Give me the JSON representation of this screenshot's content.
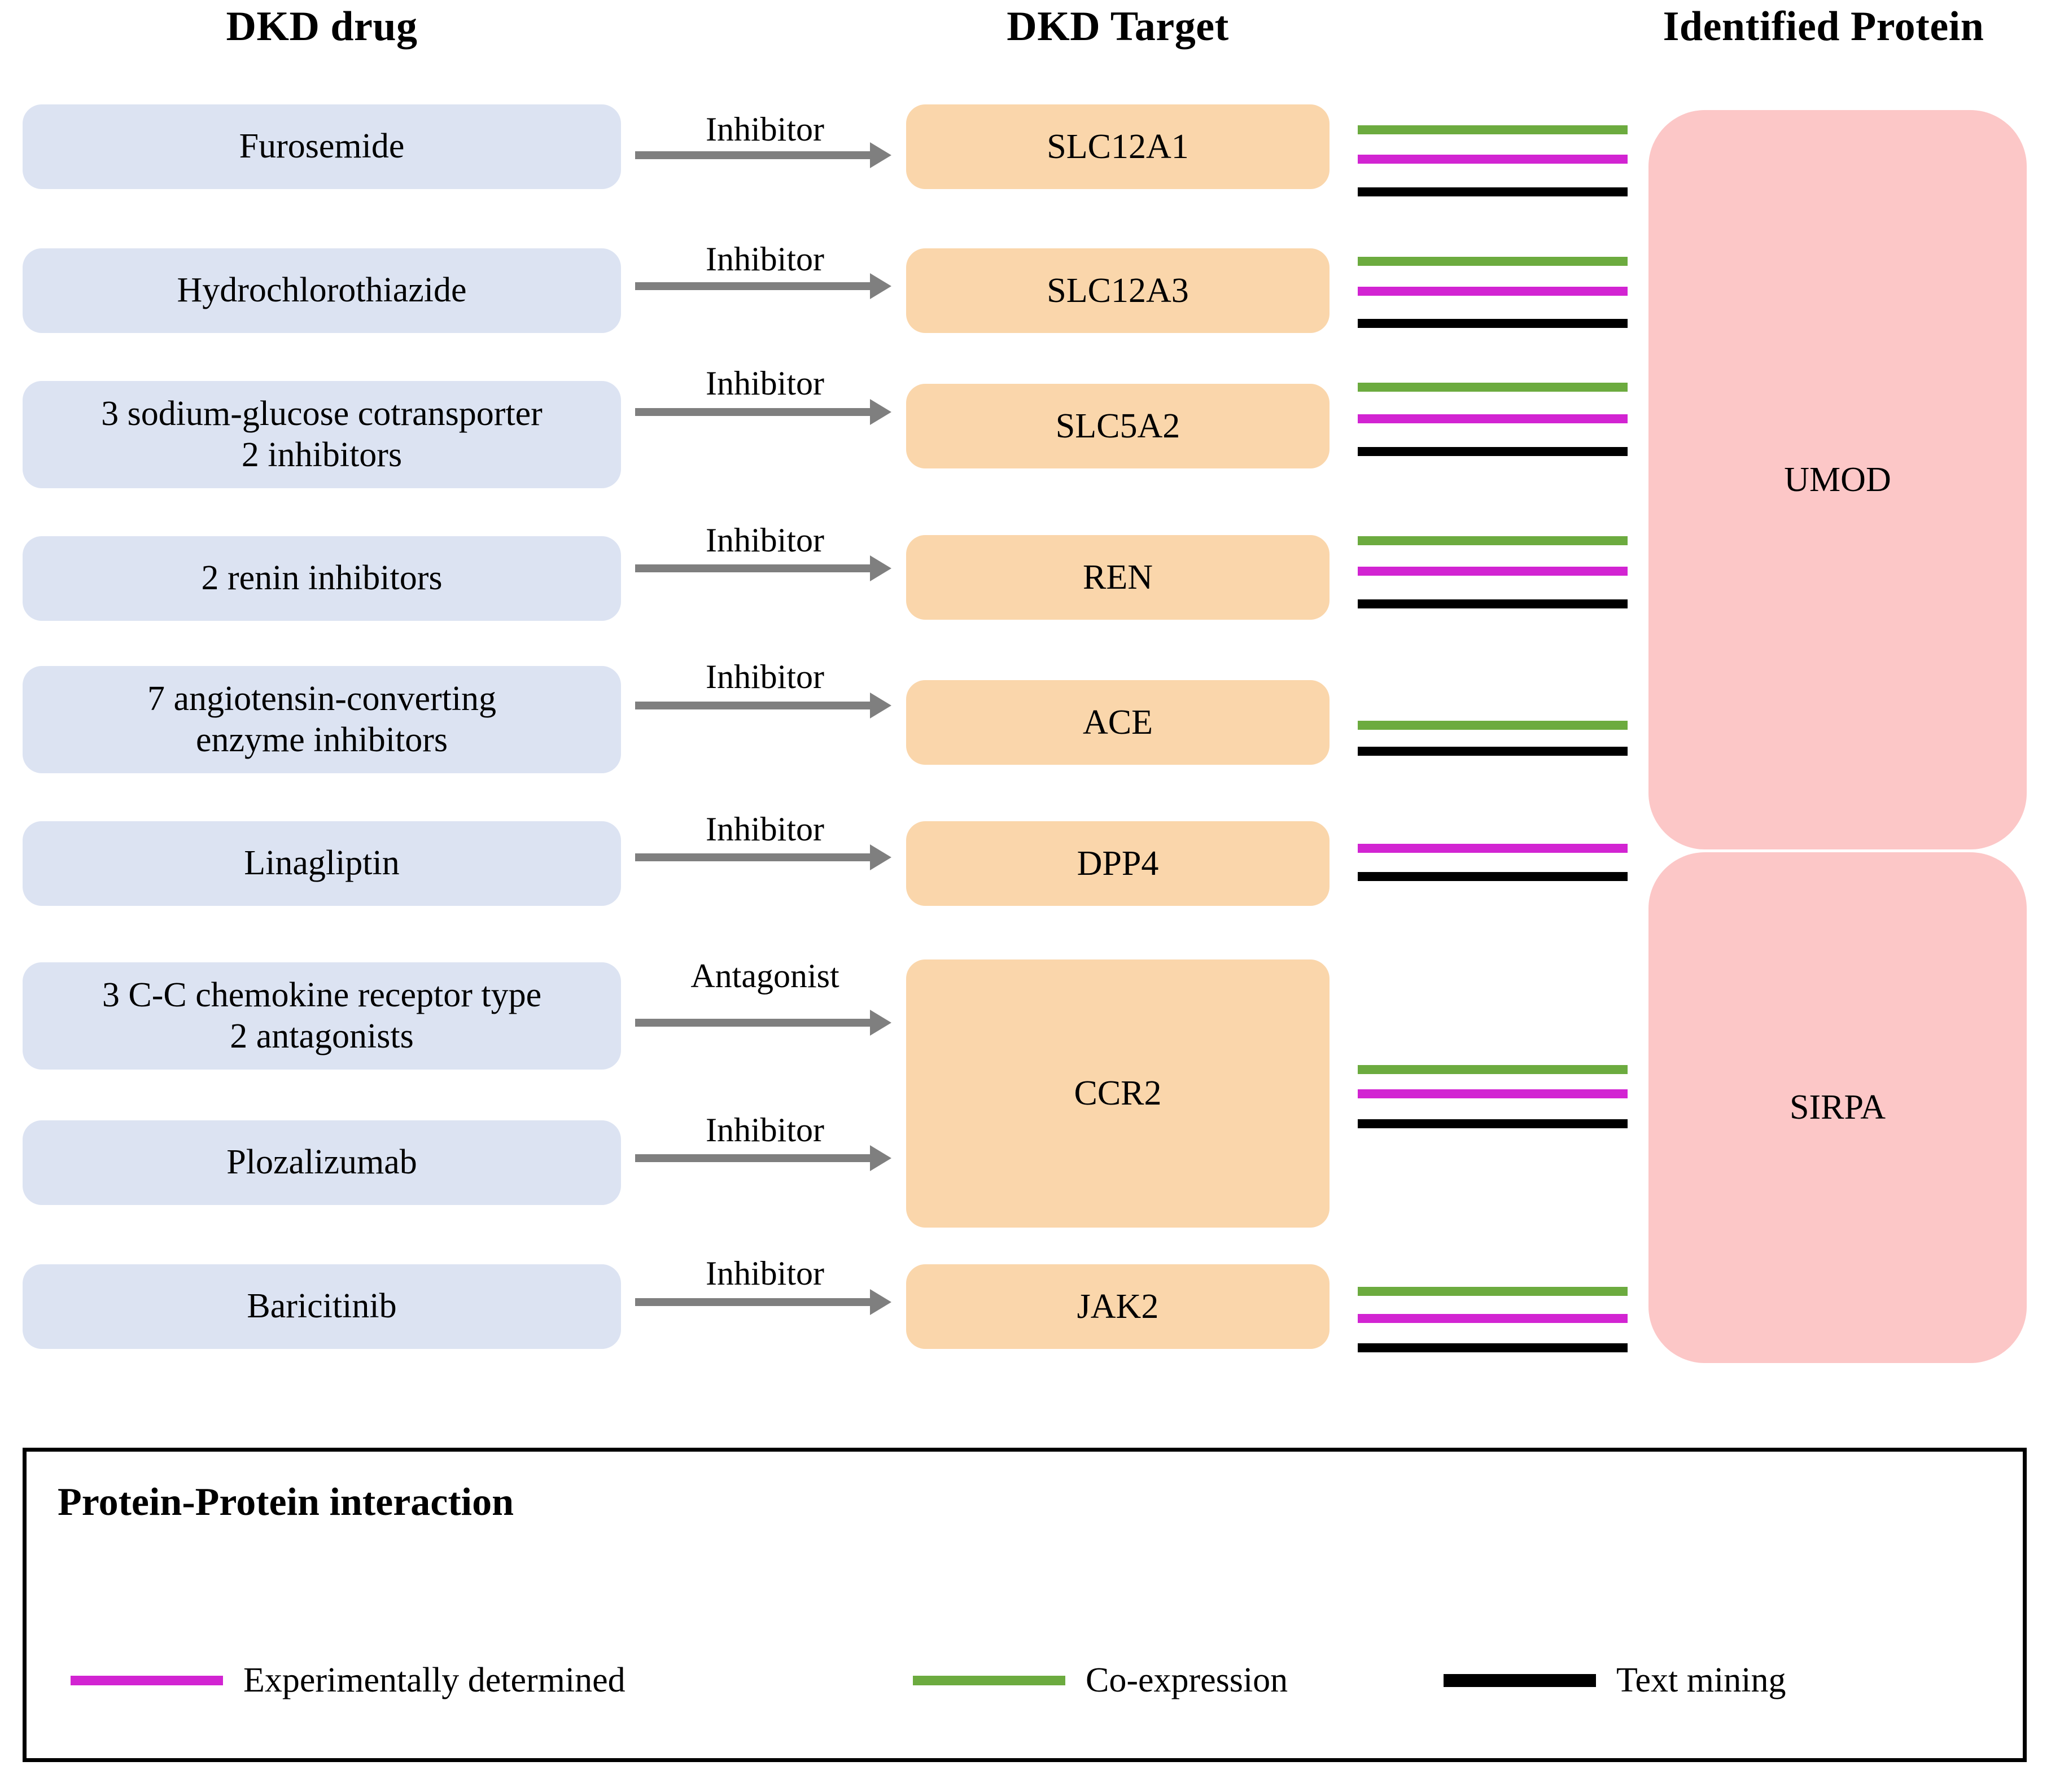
{
  "columns": {
    "drug_header": "DKD drug",
    "target_header": "DKD Target",
    "protein_header": "Identified Protein"
  },
  "colors": {
    "drug_box": "#dce3f2",
    "target_box": "#fad6ab",
    "protein_box": "#fcc7c7",
    "arrow": "#7f7f7f",
    "co_expression": "#6cab3f",
    "experimentally_determined": "#d224d2",
    "text_mining": "#000000"
  },
  "rows": [
    {
      "drug": "Furosemide",
      "relation": "Inhibitor",
      "target": "SLC12A1",
      "ppi": [
        "co-expression",
        "experimentally-determined",
        "text-mining"
      ],
      "protein": "UMOD"
    },
    {
      "drug": "Hydrochlorothiazide",
      "relation": "Inhibitor",
      "target": "SLC12A3",
      "ppi": [
        "co-expression",
        "experimentally-determined",
        "text-mining"
      ],
      "protein": "UMOD"
    },
    {
      "drug": "3 sodium-glucose cotransporter 2 inhibitors",
      "drug_line1": "3 sodium-glucose cotransporter",
      "drug_line2": "2 inhibitors",
      "relation": "Inhibitor",
      "target": "SLC5A2",
      "ppi": [
        "co-expression",
        "experimentally-determined",
        "text-mining"
      ],
      "protein": "UMOD"
    },
    {
      "drug": "2 renin inhibitors",
      "relation": "Inhibitor",
      "target": "REN",
      "ppi": [
        "co-expression",
        "experimentally-determined",
        "text-mining"
      ],
      "protein": "UMOD"
    },
    {
      "drug": "7 angiotensin-converting enzyme inhibitors",
      "drug_line1": "7 angiotensin-converting",
      "drug_line2": "enzyme inhibitors",
      "relation": "Inhibitor",
      "target": "ACE",
      "ppi": [
        "co-expression",
        "text-mining"
      ],
      "protein": "UMOD"
    },
    {
      "drug": "Linagliptin",
      "relation": "Inhibitor",
      "target": "DPP4",
      "ppi": [
        "experimentally-determined",
        "text-mining"
      ],
      "protein": "UMOD"
    },
    {
      "drug": "3 C-C chemokine receptor type 2 antagonists",
      "drug_line1": "3 C-C chemokine receptor type",
      "drug_line2": "2 antagonists",
      "relation": "Antagonist",
      "target": "CCR2",
      "ppi": [
        "co-expression",
        "experimentally-determined",
        "text-mining"
      ],
      "protein": "SIRPA"
    },
    {
      "drug": "Plozalizumab",
      "relation": "Inhibitor",
      "target": "CCR2",
      "ppi": [],
      "protein": "SIRPA"
    },
    {
      "drug": "Baricitinib",
      "relation": "Inhibitor",
      "target": "JAK2",
      "ppi": [
        "co-expression",
        "experimentally-determined",
        "text-mining"
      ],
      "protein": "SIRPA"
    }
  ],
  "proteins": [
    {
      "name": "UMOD"
    },
    {
      "name": "SIRPA"
    }
  ],
  "legend": {
    "title": "Protein-Protein interaction",
    "entries": [
      {
        "label": "Experimentally determined",
        "color": "#d224d2"
      },
      {
        "label": "Co-expression",
        "color": "#6cab3f"
      },
      {
        "label": "Text mining",
        "color": "#000000"
      }
    ]
  }
}
